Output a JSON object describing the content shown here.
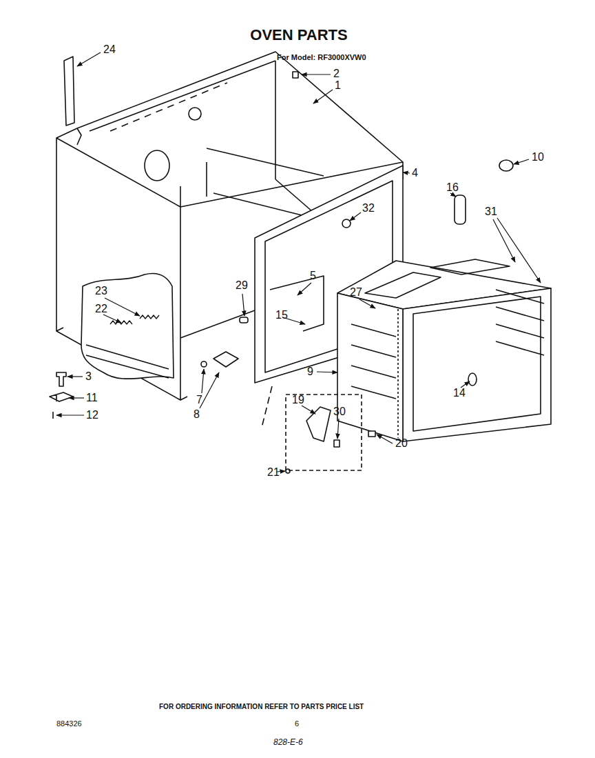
{
  "diagram": {
    "title": "OVEN PARTS",
    "labels": [
      "For Model: RF3000XVW0",
      "24",
      "2",
      "1",
      "4",
      "10",
      "16",
      "32",
      "31",
      "29",
      "5",
      "23",
      "22",
      "27",
      "15",
      "9",
      "14",
      "3",
      "7",
      "11",
      "8",
      "19",
      "30",
      "12",
      "20",
      "21",
      "FOR ORDERING INFORMATION REFER TO PARTS PRICE LIST",
      "884326",
      "6",
      "828-E-6"
    ]
  }
}
